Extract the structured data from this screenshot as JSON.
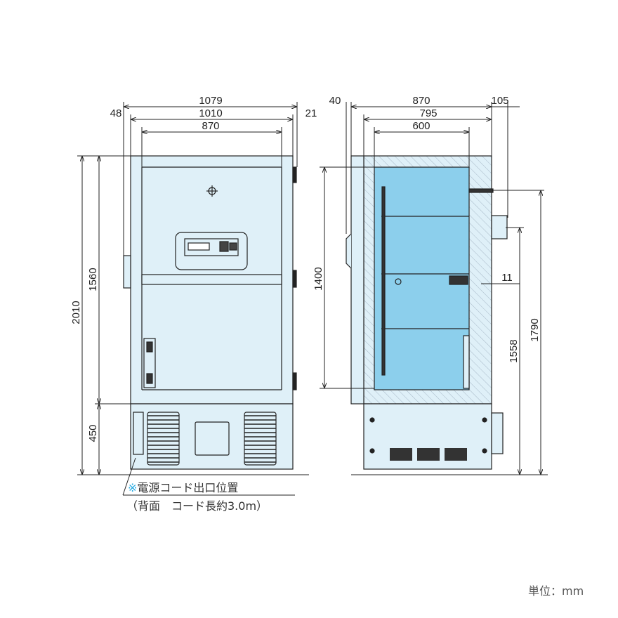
{
  "front_view": {
    "dimensions": {
      "overall_width": "1079",
      "body_width": "1010",
      "door_inner_width": "870",
      "handle_offset": "48",
      "hinge_offset": "21",
      "total_height": "2010",
      "cabinet_height": "1560",
      "base_height": "450"
    },
    "cord_note": {
      "mark": "※",
      "line1": "電源コード出口位置",
      "line2": "（背面　コード長約3.0m）"
    }
  },
  "side_view": {
    "dimensions": {
      "depth": "870",
      "door_thickness": "40",
      "rear_protrusion": "105",
      "body_depth": "795",
      "inner_depth": "600",
      "inner_height": "1400",
      "clearance": "11",
      "port_height": "1790",
      "outlet_height": "1558"
    }
  },
  "unit_label": "単位：mm",
  "colors": {
    "body_fill": "#dff0f8",
    "interior_fill": "#8ccfec",
    "note_mark": "#29abe2"
  }
}
